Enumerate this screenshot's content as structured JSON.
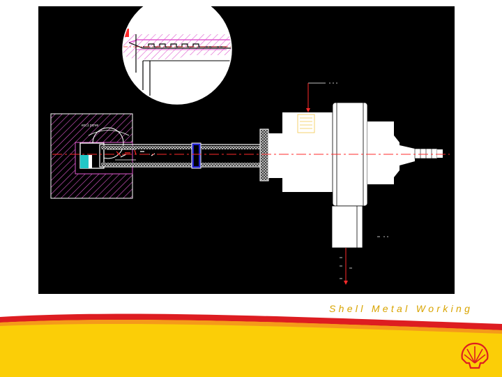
{
  "slide": {
    "footer_text": "Shell Metal Working",
    "background_color": "#ffffff",
    "drawing_background": "#000000"
  },
  "colors": {
    "hatch": "#e05ad0",
    "centerline": "#ff2a2a",
    "outline": "#ffffff",
    "knurl": "#bbbbbb",
    "band_red": "#dd1d21",
    "band_yellow": "#fbce07",
    "footer_text": "#d9a400"
  },
  "icons": {
    "logo": "shell-pecten-logo",
    "arrow": "arrow-down-icon"
  },
  "drawing": {
    "label_hatch": "ecc1 pcrve"
  }
}
